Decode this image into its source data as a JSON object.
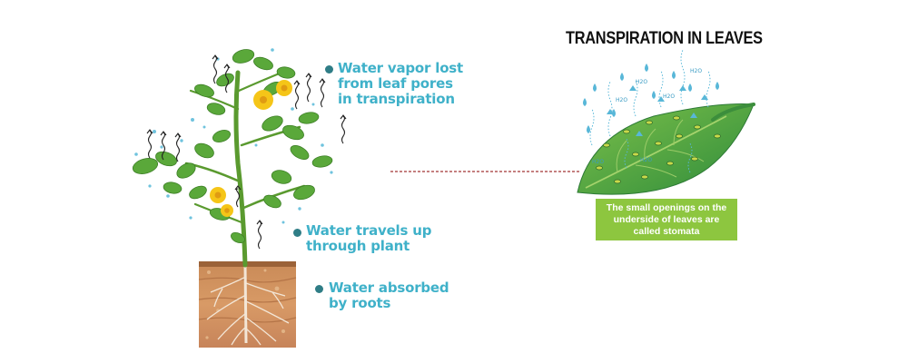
{
  "title": "TRANSPIRATION IN LEAVES",
  "labels": {
    "vapor": [
      "Water vapor lost",
      "from leaf pores",
      "in transpiration"
    ],
    "travel": [
      "Water travels up",
      "through plant"
    ],
    "absorb": [
      "Water absorbed",
      "by roots"
    ]
  },
  "stomata_note": [
    "The small openings on the",
    "underside of leaves are",
    "called stomata"
  ],
  "h2o_label": "H2O",
  "colors": {
    "label_text": "#3fb1c9",
    "bullet": "#2f7d86",
    "note_bg": "#8dc63f",
    "leaf": "#4aa33b",
    "soil": "#c98a57",
    "connector": "#8b0000"
  },
  "icons": [
    "plant-illustration",
    "leaf-illustration",
    "water-droplet-icon",
    "vapor-arrow-icon"
  ]
}
